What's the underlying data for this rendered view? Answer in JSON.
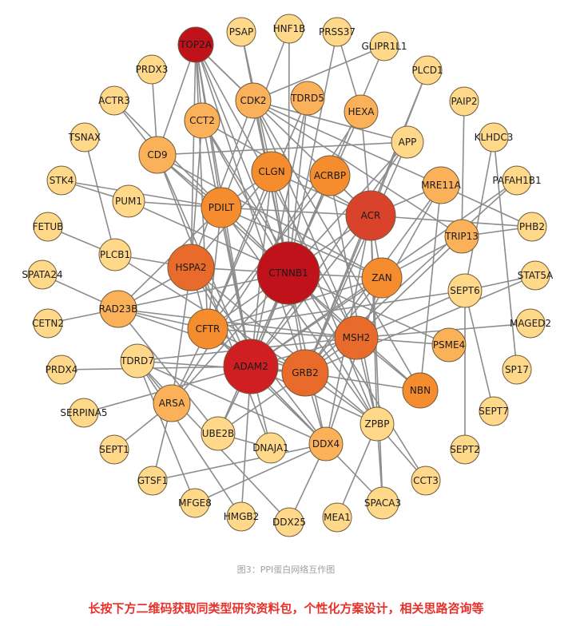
{
  "colors": {
    "hub": "#c0121b",
    "high": "#d9432b",
    "mid_high": "#e86b2c",
    "mid": "#f58c2e",
    "low_mid": "#fbb05a",
    "low": "#ffd88a",
    "edge": "#8c8c8c",
    "banner": "#e8312a",
    "caption": "#a0a0a0"
  },
  "nodes": [
    {
      "id": "TOP2A",
      "label": "TOP2A",
      "tier": "hub"
    },
    {
      "id": "PSAP",
      "label": "PSAP",
      "tier": "low"
    },
    {
      "id": "HNF1B",
      "label": "HNF1B",
      "tier": "low"
    },
    {
      "id": "PRSS37",
      "label": "PRSS37",
      "tier": "low"
    },
    {
      "id": "GLIPR1L1",
      "label": "GLIPR1L1",
      "tier": "low"
    },
    {
      "id": "PRDX3",
      "label": "PRDX3",
      "tier": "low"
    },
    {
      "id": "PLCD1",
      "label": "PLCD1",
      "tier": "low"
    },
    {
      "id": "CDK2",
      "label": "CDK2",
      "tier": "low_mid"
    },
    {
      "id": "TDRD5",
      "label": "TDRD5",
      "tier": "low_mid"
    },
    {
      "id": "ACTR3",
      "label": "ACTR3",
      "tier": "low"
    },
    {
      "id": "CCT2",
      "label": "CCT2",
      "tier": "low_mid"
    },
    {
      "id": "HEXA",
      "label": "HEXA",
      "tier": "low_mid"
    },
    {
      "id": "PAIP2",
      "label": "PAIP2",
      "tier": "low"
    },
    {
      "id": "TSNAX",
      "label": "TSNAX",
      "tier": "low"
    },
    {
      "id": "APP",
      "label": "APP",
      "tier": "low"
    },
    {
      "id": "KLHDC3",
      "label": "KLHDC3",
      "tier": "low"
    },
    {
      "id": "CD9",
      "label": "CD9",
      "tier": "low_mid"
    },
    {
      "id": "CLGN",
      "label": "CLGN",
      "tier": "mid"
    },
    {
      "id": "ACRBP",
      "label": "ACRBP",
      "tier": "mid"
    },
    {
      "id": "MRE11A",
      "label": "MRE11A",
      "tier": "low_mid"
    },
    {
      "id": "PAFAH1B1",
      "label": "PAFAH1B1",
      "tier": "low"
    },
    {
      "id": "STK4",
      "label": "STK4",
      "tier": "low"
    },
    {
      "id": "PUM1",
      "label": "PUM1",
      "tier": "low"
    },
    {
      "id": "PDILT",
      "label": "PDILT",
      "tier": "mid"
    },
    {
      "id": "ACR",
      "label": "ACR",
      "tier": "high"
    },
    {
      "id": "FETUB",
      "label": "FETUB",
      "tier": "low"
    },
    {
      "id": "PHB2",
      "label": "PHB2",
      "tier": "low"
    },
    {
      "id": "TRIP13",
      "label": "TRIP13",
      "tier": "low_mid"
    },
    {
      "id": "PLCB1",
      "label": "PLCB1",
      "tier": "low"
    },
    {
      "id": "HSPA2",
      "label": "HSPA2",
      "tier": "mid_high"
    },
    {
      "id": "CTNNB1",
      "label": "CTNNB1",
      "tier": "hub"
    },
    {
      "id": "SPATA24",
      "label": "SPATA24",
      "tier": "low"
    },
    {
      "id": "ZAN",
      "label": "ZAN",
      "tier": "mid"
    },
    {
      "id": "STAT5A",
      "label": "STAT5A",
      "tier": "low"
    },
    {
      "id": "SEPT6",
      "label": "SEPT6",
      "tier": "low"
    },
    {
      "id": "RAD23B",
      "label": "RAD23B",
      "tier": "low_mid"
    },
    {
      "id": "CETN2",
      "label": "CETN2",
      "tier": "low"
    },
    {
      "id": "CFTR",
      "label": "CFTR",
      "tier": "mid"
    },
    {
      "id": "MAGED2",
      "label": "MAGED2",
      "tier": "low"
    },
    {
      "id": "MSH2",
      "label": "MSH2",
      "tier": "mid_high"
    },
    {
      "id": "PSME4",
      "label": "PSME4",
      "tier": "low_mid"
    },
    {
      "id": "TDRD7",
      "label": "TDRD7",
      "tier": "low"
    },
    {
      "id": "ADAM2",
      "label": "ADAM2",
      "tier": "hub2"
    },
    {
      "id": "PRDX4",
      "label": "PRDX4",
      "tier": "low"
    },
    {
      "id": "GRB2",
      "label": "GRB2",
      "tier": "mid_high"
    },
    {
      "id": "SP17",
      "label": "SP17",
      "tier": "low"
    },
    {
      "id": "NBN",
      "label": "NBN",
      "tier": "mid"
    },
    {
      "id": "ARSA",
      "label": "ARSA",
      "tier": "low_mid"
    },
    {
      "id": "SERPINA5",
      "label": "SERPINA5",
      "tier": "low"
    },
    {
      "id": "SEPT7",
      "label": "SEPT7",
      "tier": "low"
    },
    {
      "id": "ZPBP",
      "label": "ZPBP",
      "tier": "low"
    },
    {
      "id": "UBE2B",
      "label": "UBE2B",
      "tier": "low"
    },
    {
      "id": "DDX4",
      "label": "DDX4",
      "tier": "low_mid"
    },
    {
      "id": "SEPT1",
      "label": "SEPT1",
      "tier": "low"
    },
    {
      "id": "DNAJA1",
      "label": "DNAJA1",
      "tier": "low"
    },
    {
      "id": "SEPT2",
      "label": "SEPT2",
      "tier": "low"
    },
    {
      "id": "CCT3",
      "label": "CCT3",
      "tier": "low"
    },
    {
      "id": "GTSF1",
      "label": "GTSF1",
      "tier": "low"
    },
    {
      "id": "MFGE8",
      "label": "MFGE8",
      "tier": "low"
    },
    {
      "id": "SPACA3",
      "label": "SPACA3",
      "tier": "low"
    },
    {
      "id": "HMGB2",
      "label": "HMGB2",
      "tier": "low"
    },
    {
      "id": "DDX25",
      "label": "DDX25",
      "tier": "low"
    },
    {
      "id": "MEA1",
      "label": "MEA1",
      "tier": "low"
    }
  ],
  "edges": [
    [
      "TOP2A",
      "CTNNB1"
    ],
    [
      "TOP2A",
      "CDK2"
    ],
    [
      "TOP2A",
      "CCT2"
    ],
    [
      "TOP2A",
      "CD9"
    ],
    [
      "TOP2A",
      "PDILT"
    ],
    [
      "TOP2A",
      "MSH2"
    ],
    [
      "TOP2A",
      "GRB2"
    ],
    [
      "TOP2A",
      "HSPA2"
    ],
    [
      "TOP2A",
      "ACR"
    ],
    [
      "TOP2A",
      "CFTR"
    ],
    [
      "TOP2A",
      "ADAM2"
    ],
    [
      "PSAP",
      "CLGN"
    ],
    [
      "PSAP",
      "CTNNB1"
    ],
    [
      "HNF1B",
      "CTNNB1"
    ],
    [
      "HNF1B",
      "PDILT"
    ],
    [
      "PRSS37",
      "HEXA"
    ],
    [
      "PRSS37",
      "CTNNB1"
    ],
    [
      "GLIPR1L1",
      "ACRBP"
    ],
    [
      "GLIPR1L1",
      "CDK2"
    ],
    [
      "PRDX3",
      "CD9"
    ],
    [
      "PLCD1",
      "ACR"
    ],
    [
      "PLCD1",
      "GRB2"
    ],
    [
      "CDK2",
      "CTNNB1"
    ],
    [
      "CDK2",
      "MSH2"
    ],
    [
      "CDK2",
      "MRE11A"
    ],
    [
      "CDK2",
      "TRIP13"
    ],
    [
      "CDK2",
      "APP"
    ],
    [
      "CDK2",
      "HSPA2"
    ],
    [
      "CDK2",
      "NBN"
    ],
    [
      "TDRD5",
      "CTNNB1"
    ],
    [
      "TDRD5",
      "ADAM2"
    ],
    [
      "TDRD5",
      "CFTR"
    ],
    [
      "ACTR3",
      "CD9"
    ],
    [
      "ACTR3",
      "CTNNB1"
    ],
    [
      "CCT2",
      "HSPA2"
    ],
    [
      "CCT2",
      "CTNNB1"
    ],
    [
      "CCT2",
      "CCT3"
    ],
    [
      "CCT2",
      "ACR"
    ],
    [
      "CCT2",
      "ADAM2"
    ],
    [
      "HEXA",
      "ACR"
    ],
    [
      "HEXA",
      "ARSA"
    ],
    [
      "HEXA",
      "CTNNB1"
    ],
    [
      "PAIP2",
      "TRIP13"
    ],
    [
      "TSNAX",
      "PLCB1"
    ],
    [
      "APP",
      "CTNNB1"
    ],
    [
      "APP",
      "GRB2"
    ],
    [
      "APP",
      "CD9"
    ],
    [
      "APP",
      "ADAM2"
    ],
    [
      "KLHDC3",
      "SEPT6"
    ],
    [
      "KLHDC3",
      "SP17"
    ],
    [
      "CD9",
      "ADAM2"
    ],
    [
      "CD9",
      "CTNNB1"
    ],
    [
      "CD9",
      "PDILT"
    ],
    [
      "CD9",
      "ZAN"
    ],
    [
      "CD9",
      "DNAJA1"
    ],
    [
      "CLGN",
      "ADAM2"
    ],
    [
      "CLGN",
      "PDILT"
    ],
    [
      "CLGN",
      "CTNNB1"
    ],
    [
      "CLGN",
      "HSPA2"
    ],
    [
      "CLGN",
      "ACR"
    ],
    [
      "CLGN",
      "ZPBP"
    ],
    [
      "CLGN",
      "CFTR"
    ],
    [
      "ACRBP",
      "ACR"
    ],
    [
      "ACRBP",
      "ADAM2"
    ],
    [
      "ACRBP",
      "CTNNB1"
    ],
    [
      "ACRBP",
      "ZPBP"
    ],
    [
      "ACRBP",
      "CFTR"
    ],
    [
      "MRE11A",
      "NBN"
    ],
    [
      "MRE11A",
      "MSH2"
    ],
    [
      "MRE11A",
      "ACR"
    ],
    [
      "MRE11A",
      "GRB2"
    ],
    [
      "MRE11A",
      "PHB2"
    ],
    [
      "PAFAH1B1",
      "ADAM2"
    ],
    [
      "PAFAH1B1",
      "GRB2"
    ],
    [
      "STK4",
      "PUM1"
    ],
    [
      "STK4",
      "PDILT"
    ],
    [
      "PUM1",
      "PDILT"
    ],
    [
      "PUM1",
      "CTNNB1"
    ],
    [
      "PDILT",
      "ZAN"
    ],
    [
      "PDILT",
      "ACR"
    ],
    [
      "PDILT",
      "CFTR"
    ],
    [
      "PDILT",
      "ADAM2"
    ],
    [
      "PDILT",
      "RAD23B"
    ],
    [
      "PDILT",
      "ZPBP"
    ],
    [
      "ACR",
      "ZAN"
    ],
    [
      "ACR",
      "ADAM2"
    ],
    [
      "ACR",
      "CTNNB1"
    ],
    [
      "ACR",
      "PHB2"
    ],
    [
      "ACR",
      "SPACA3"
    ],
    [
      "ACR",
      "ZPBP"
    ],
    [
      "ACR",
      "GRB2"
    ],
    [
      "ACR",
      "DDX4"
    ],
    [
      "FETUB",
      "PLCB1"
    ],
    [
      "PHB2",
      "TRIP13"
    ],
    [
      "TRIP13",
      "MSH2"
    ],
    [
      "TRIP13",
      "ZAN"
    ],
    [
      "PLCB1",
      "GRB2"
    ],
    [
      "PLCB1",
      "HSPA2"
    ],
    [
      "HSPA2",
      "CTNNB1"
    ],
    [
      "HSPA2",
      "ADAM2"
    ],
    [
      "HSPA2",
      "CFTR"
    ],
    [
      "HSPA2",
      "ARSA"
    ],
    [
      "HSPA2",
      "RAD23B"
    ],
    [
      "HSPA2",
      "DDX4"
    ],
    [
      "HSPA2",
      "ZPBP"
    ],
    [
      "CTNNB1",
      "ADAM2"
    ],
    [
      "CTNNB1",
      "GRB2"
    ],
    [
      "CTNNB1",
      "MSH2"
    ],
    [
      "CTNNB1",
      "CFTR"
    ],
    [
      "CTNNB1",
      "ZAN"
    ],
    [
      "CTNNB1",
      "DDX4"
    ],
    [
      "CTNNB1",
      "ZPBP"
    ],
    [
      "CTNNB1",
      "UBE2B"
    ],
    [
      "CTNNB1",
      "RAD23B"
    ],
    [
      "CTNNB1",
      "ARSA"
    ],
    [
      "CTNNB1",
      "PSME4"
    ],
    [
      "CTNNB1",
      "NBN"
    ],
    [
      "SPATA24",
      "RAD23B"
    ],
    [
      "ZAN",
      "ADAM2"
    ],
    [
      "ZAN",
      "CFTR"
    ],
    [
      "ZAN",
      "GRB2"
    ],
    [
      "ZAN",
      "DDX4"
    ],
    [
      "STAT5A",
      "SEPT6"
    ],
    [
      "STAT5A",
      "GRB2"
    ],
    [
      "SEPT6",
      "SEPT7"
    ],
    [
      "SEPT6",
      "SEPT2"
    ],
    [
      "SEPT6",
      "MSH2"
    ],
    [
      "SEPT6",
      "CFTR"
    ],
    [
      "RAD23B",
      "CETN2"
    ],
    [
      "RAD23B",
      "MSH2"
    ],
    [
      "RAD23B",
      "CFTR"
    ],
    [
      "RAD23B",
      "GRB2"
    ],
    [
      "RAD23B",
      "UBE2B"
    ],
    [
      "CFTR",
      "ADAM2"
    ],
    [
      "CFTR",
      "GRB2"
    ],
    [
      "CFTR",
      "ARSA"
    ],
    [
      "CFTR",
      "MSH2"
    ],
    [
      "CFTR",
      "DDX4"
    ],
    [
      "MAGED2",
      "MSH2"
    ],
    [
      "MSH2",
      "PSME4"
    ],
    [
      "MSH2",
      "NBN"
    ],
    [
      "MSH2",
      "GRB2"
    ],
    [
      "MSH2",
      "ADAM2"
    ],
    [
      "MSH2",
      "ZPBP"
    ],
    [
      "MSH2",
      "TDRD7"
    ],
    [
      "TDRD7",
      "GRB2"
    ],
    [
      "TDRD7",
      "DDX4"
    ],
    [
      "TDRD7",
      "ARSA"
    ],
    [
      "ADAM2",
      "GRB2"
    ],
    [
      "ADAM2",
      "DDX4"
    ],
    [
      "ADAM2",
      "DNAJA1"
    ],
    [
      "ADAM2",
      "ZPBP"
    ],
    [
      "ADAM2",
      "UBE2B"
    ],
    [
      "ADAM2",
      "SPACA3"
    ],
    [
      "ADAM2",
      "HMGB2"
    ],
    [
      "PRDX4",
      "ADAM2"
    ],
    [
      "GRB2",
      "DDX4"
    ],
    [
      "GRB2",
      "ZPBP"
    ],
    [
      "GRB2",
      "UBE2B"
    ],
    [
      "GRB2",
      "NBN"
    ],
    [
      "ARSA",
      "SEPT1"
    ],
    [
      "ARSA",
      "GTSF1"
    ],
    [
      "SERPINA5",
      "ADAM2"
    ],
    [
      "ZPBP",
      "SPACA3"
    ],
    [
      "ZPBP",
      "MEA1"
    ],
    [
      "ZPBP",
      "CCT3"
    ],
    [
      "UBE2B",
      "DNAJA1"
    ],
    [
      "DDX4",
      "MFGE8"
    ],
    [
      "DDX4",
      "DDX25"
    ],
    [
      "DDX25",
      "TDRD7"
    ],
    [
      "GTSF1",
      "DDX4"
    ],
    [
      "MFGE8",
      "TDRD7"
    ],
    [
      "HMGB2",
      "TDRD7"
    ]
  ],
  "caption": "图3：PPI蛋白网络互作图",
  "banner": "长按下方二维码获取同类型研究资料包，个性化方案设计，相关思路咨询等"
}
